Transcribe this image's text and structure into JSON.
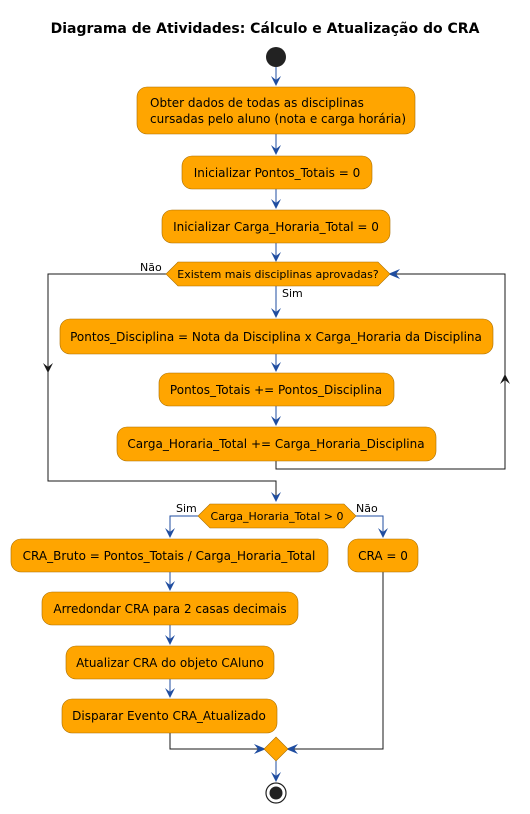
{
  "title": "Diagrama de Atividades: Cálculo e Atualização do CRA",
  "nodes": {
    "obter_dados_line1": "Obter dados de todas as disciplinas",
    "obter_dados_line2": "cursadas pelo aluno (nota e carga horária)",
    "init_pontos": "Inicializar Pontos_Totais = 0",
    "init_carga": "Inicializar Carga_Horaria_Total = 0",
    "calc_pontos_disc": "Pontos_Disciplina = Nota da Disciplina x Carga_Horaria da Disciplina",
    "soma_pontos": "Pontos_Totais += Pontos_Disciplina",
    "soma_carga": "Carga_Horaria_Total += Carga_Horaria_Disciplina",
    "cra_bruto": "CRA_Bruto = Pontos_Totais / Carga_Horaria_Total",
    "arredondar": "Arredondar CRA para 2 casas decimais",
    "atualizar": "Atualizar CRA do objeto CAluno",
    "disparar": "Disparar Evento CRA_Atualizado",
    "cra_zero": "CRA = 0"
  },
  "decisions": {
    "loop_question": "Existem mais disciplinas aprovadas?",
    "loop_yes": "Sim",
    "loop_no": "Não",
    "carga_question": "Carga_Horaria_Total > 0",
    "carga_yes": "Sim",
    "carga_no": "Não"
  },
  "colors": {
    "activity_fill": "#FFA500",
    "edge": "#1F4DA0",
    "start_end": "#222222"
  }
}
